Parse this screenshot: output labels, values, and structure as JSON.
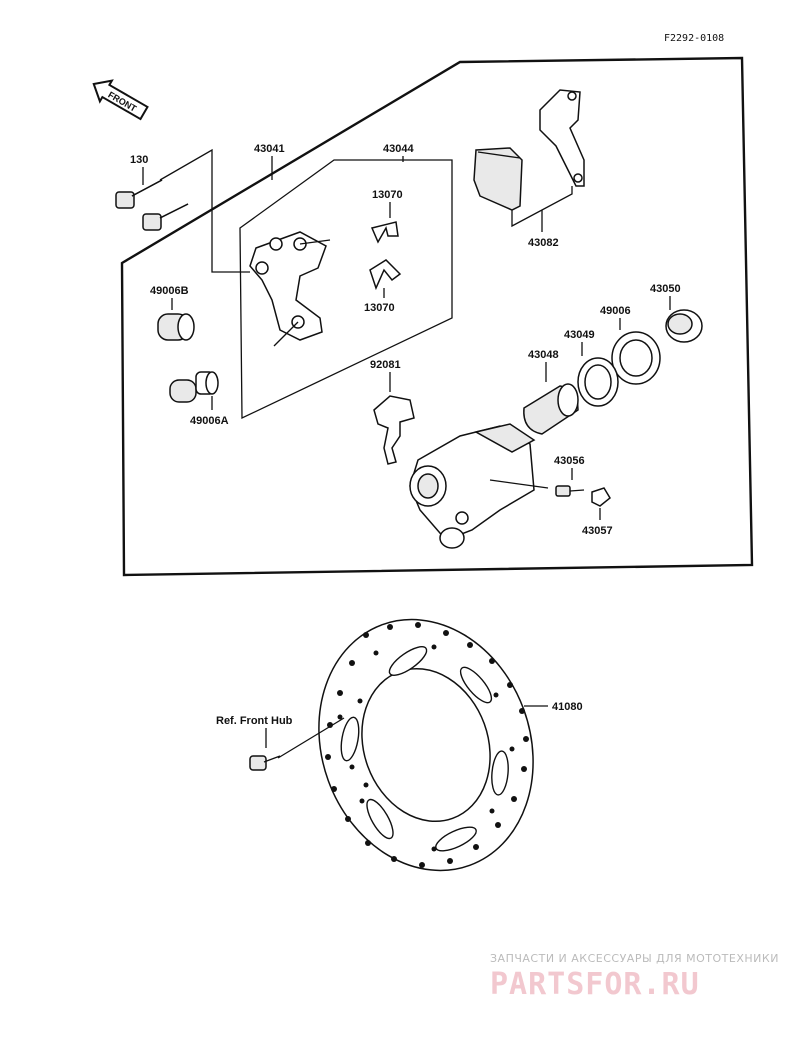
{
  "diagram_code": "F2292-0108",
  "front_label": "FRONT",
  "parts": {
    "p43041": "43041",
    "p43044": "43044",
    "p130": "130",
    "p13070_top": "13070",
    "p13070_bottom": "13070",
    "p49006b": "49006B",
    "p49006a": "49006A",
    "p43082": "43082",
    "p43050": "43050",
    "p49006": "49006",
    "p43049": "43049",
    "p43048": "43048",
    "p92081": "92081",
    "p43056": "43056",
    "p43057": "43057",
    "p41080": "41080"
  },
  "ref_front_hub": "Ref. Front Hub",
  "watermark": {
    "subtitle": "ЗАПЧАСТИ И АКСЕССУАРЫ ДЛЯ МОТОТЕХНИКИ",
    "logo": "PARTSFOR.RU"
  }
}
